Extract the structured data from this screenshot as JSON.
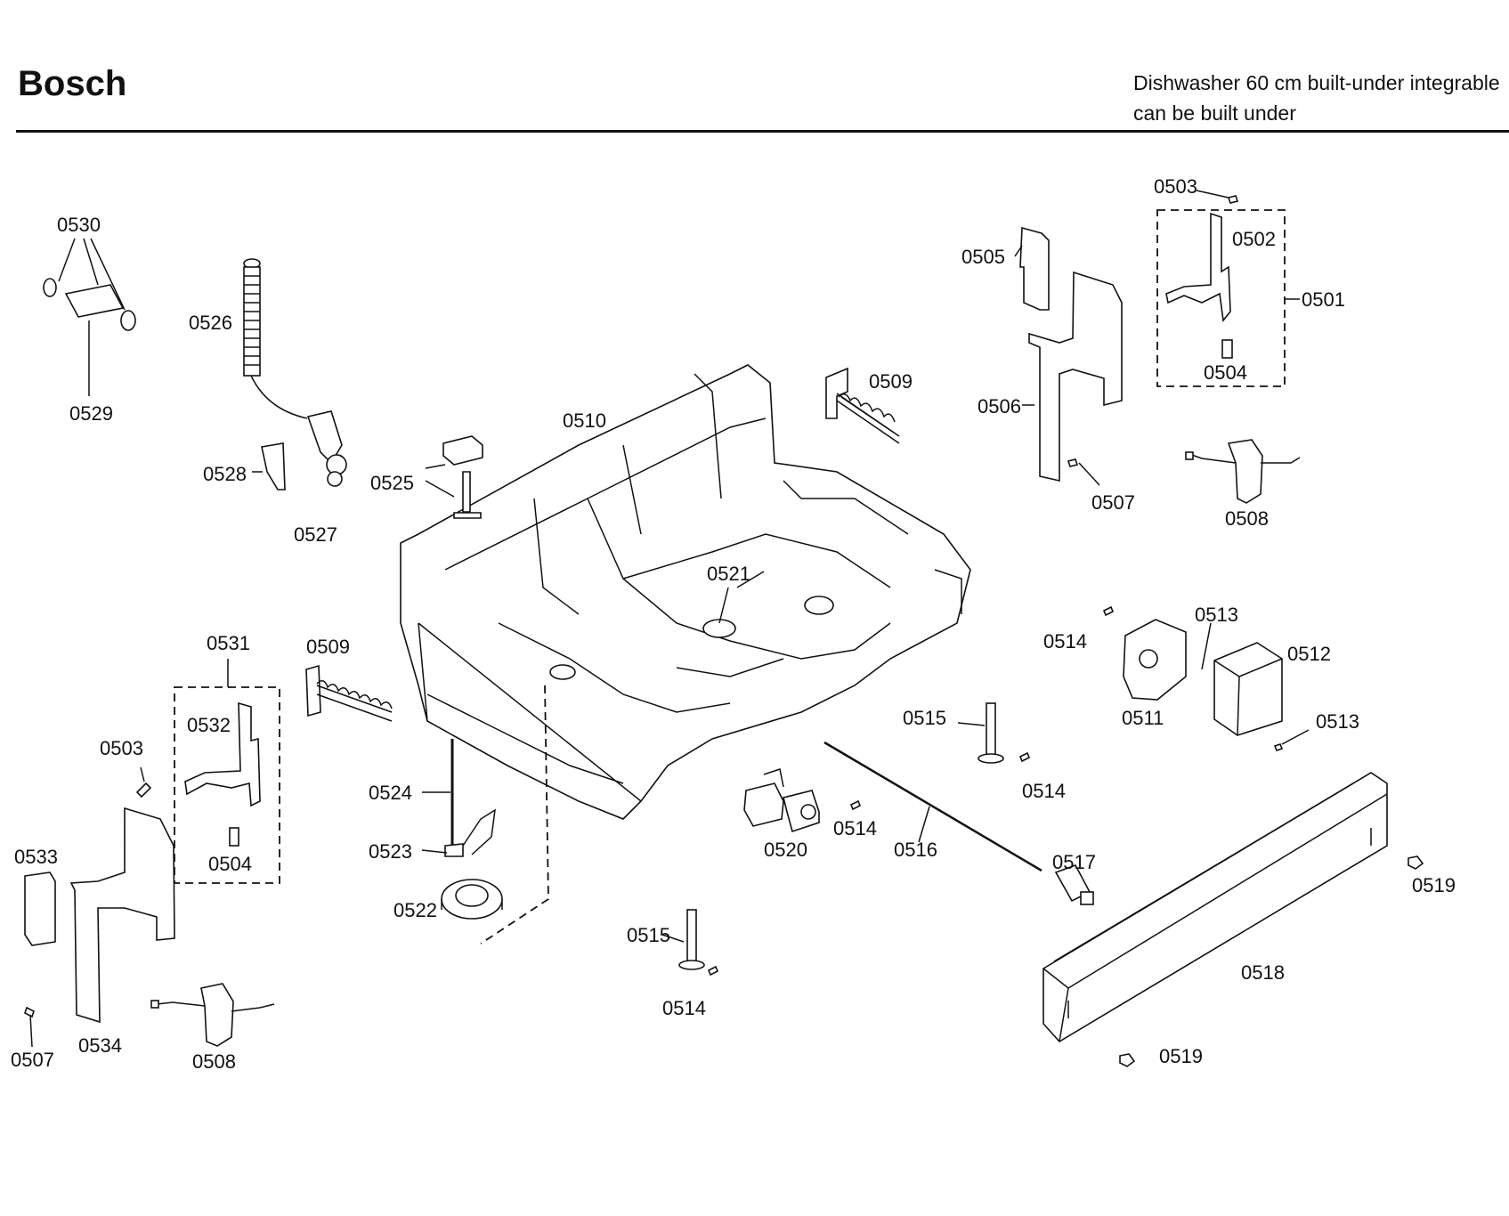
{
  "header": {
    "brand": "Bosch",
    "description_line1": "Dishwasher 60 cm built-under integrable",
    "description_line2": "can be built under"
  },
  "callouts": {
    "c0501": "0501",
    "c0502": "0502",
    "c0503a": "0503",
    "c0503b": "0503",
    "c0504a": "0504",
    "c0504b": "0504",
    "c0505": "0505",
    "c0506": "0506",
    "c0507a": "0507",
    "c0507b": "0507",
    "c0508a": "0508",
    "c0508b": "0508",
    "c0509a": "0509",
    "c0509b": "0509",
    "c0510": "0510",
    "c0511": "0511",
    "c0512": "0512",
    "c0513a": "0513",
    "c0513b": "0513",
    "c0514a": "0514",
    "c0514b": "0514",
    "c0514c": "0514",
    "c0514d": "0514",
    "c0515a": "0515",
    "c0515b": "0515",
    "c0516": "0516",
    "c0517": "0517",
    "c0518": "0518",
    "c0519a": "0519",
    "c0519b": "0519",
    "c0520": "0520",
    "c0521": "0521",
    "c0522": "0522",
    "c0523": "0523",
    "c0524": "0524",
    "c0525": "0525",
    "c0526": "0526",
    "c0527": "0527",
    "c0528": "0528",
    "c0529": "0529",
    "c0530": "0530",
    "c0531": "0531",
    "c0532": "0532",
    "c0533": "0533",
    "c0534": "0534"
  }
}
